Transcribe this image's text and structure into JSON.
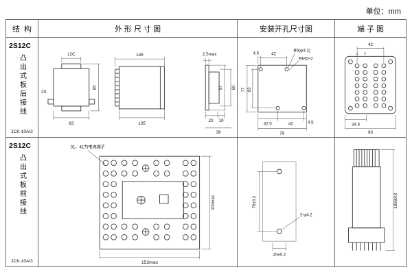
{
  "unit_label": "单位：mm",
  "header": {
    "structure": "结  构",
    "outline": "外 形 尺 寸 图",
    "mounting": "安装开孔尺寸图",
    "terminal": "端 子 图"
  },
  "row1": {
    "model": "2S12C",
    "type_vertical": "凸出式板后接线",
    "code": "JCK-10A/3",
    "outline": {
      "d12c": "12C",
      "d2s": "2S",
      "d83": "83",
      "d85": "85",
      "d145": "145",
      "d135": "135",
      "d25": "2.5max",
      "d67": "67",
      "d60": "60",
      "d22": "22",
      "d10": "10",
      "d38": "38"
    },
    "mounting": {
      "d45t": "4.5",
      "d42t": "42",
      "b6": "B6(φ3.2)",
      "rm": "RM2×2",
      "d77": "77",
      "d63": "63",
      "d325": "32.5",
      "d42b": "42",
      "d45b": "4.5",
      "d79": "79"
    },
    "terminal": {
      "n1": "1",
      "n2": "2",
      "d42": "42",
      "d345": "34.5",
      "d83": "83"
    }
  },
  "row2": {
    "model": "2S12C",
    "type_vertical": "凸出式板前接线",
    "code": "JCK-10A/3",
    "outline": {
      "note": "31、41为电流端子",
      "d152": "152max",
      "d100": "100max"
    },
    "mounting": {
      "d76": "76±0.2",
      "d20": "20±0.2",
      "holes": "2-φ4.2"
    },
    "terminal": {
      "d185": "185MAX"
    }
  }
}
